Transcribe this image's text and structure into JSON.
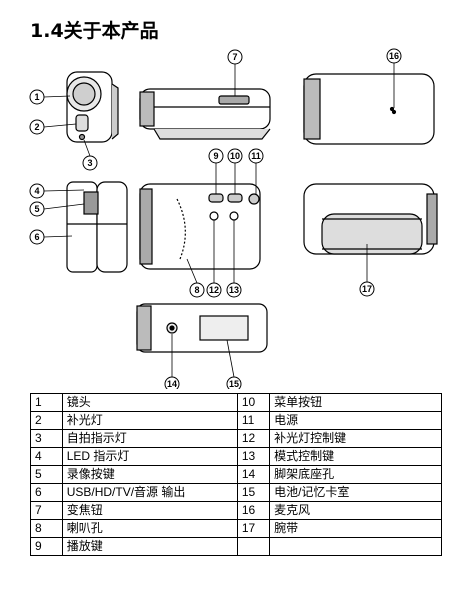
{
  "heading": "1.4关于本产品",
  "callouts": [
    "1",
    "2",
    "3",
    "4",
    "5",
    "6",
    "7",
    "8",
    "9",
    "10",
    "11",
    "12",
    "13",
    "14",
    "15",
    "16",
    "17"
  ],
  "parts": [
    {
      "left_num": "1",
      "left_name": "镜头",
      "right_num": "10",
      "right_name": "菜单按钮"
    },
    {
      "left_num": "2",
      "left_name": "补光灯",
      "right_num": "11",
      "right_name": "电源"
    },
    {
      "left_num": "3",
      "left_name": "自拍指示灯",
      "right_num": "12",
      "right_name": "补光灯控制键"
    },
    {
      "left_num": "4",
      "left_name": "LED 指示灯",
      "right_num": "13",
      "right_name": "模式控制键"
    },
    {
      "left_num": "5",
      "left_name": "录像按键",
      "right_num": "14",
      "right_name": "脚架底座孔"
    },
    {
      "left_num": "6",
      "left_name": "USB/HD/TV/音源  输出",
      "right_num": "15",
      "right_name": "电池/记忆卡室"
    },
    {
      "left_num": "7",
      "left_name": "变焦钮",
      "right_num": "16",
      "right_name": "麦克风"
    },
    {
      "left_num": "8",
      "left_name": "喇叭孔",
      "right_num": "17",
      "right_name": "腕带"
    },
    {
      "left_num": "9",
      "left_name": "播放键",
      "right_num": "",
      "right_name": ""
    }
  ]
}
